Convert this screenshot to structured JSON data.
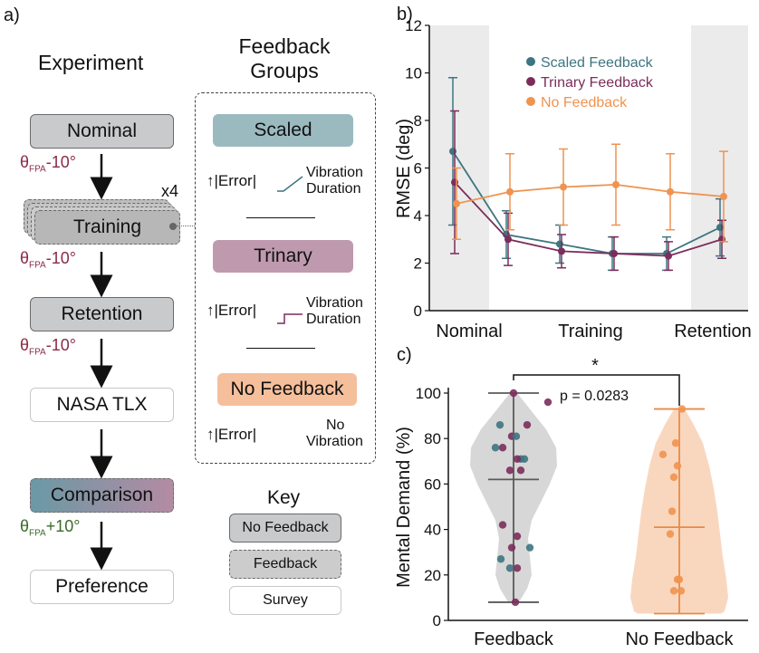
{
  "panel_a": {
    "label": "a)",
    "experiment_title": "Experiment",
    "feedback_groups_title": [
      "Feedback",
      "Groups"
    ],
    "steps": {
      "nominal": "Nominal",
      "training": "Training",
      "training_reps": "x4",
      "retention": "Retention",
      "nasa": "NASA TLX",
      "comparison": "Comparison",
      "preference": "Preference"
    },
    "theta": {
      "symbol": "θ",
      "sub": "FPA",
      "minus": "-10°",
      "plus": "+10°"
    },
    "groups": {
      "scaled": "Scaled",
      "trinary": "Trinary",
      "no_feedback": "No Feedback",
      "error_text": "↑|Error|",
      "vibration": "Vibration",
      "duration": "Duration",
      "no": "No",
      "colors": {
        "scaled": "#9bbac0",
        "trinary": "#bf9aaf",
        "no_feedback": "#f5bf9c"
      }
    },
    "key": {
      "title": "Key",
      "items": [
        "No Feedback",
        "Feedback",
        "Survey"
      ]
    }
  },
  "chart_data": [
    {
      "panel": "b)",
      "type": "line",
      "ylabel": "RMSE (deg)",
      "ylim": [
        0,
        12
      ],
      "yticks": [
        0,
        2,
        4,
        6,
        8,
        10,
        12
      ],
      "x_tick_labels": [
        "Nominal",
        "Training",
        "Retention"
      ],
      "x": [
        1,
        2,
        3,
        4,
        5,
        6
      ],
      "shaded_regions": [
        "Nominal",
        "Retention"
      ],
      "legend_position": "top-center",
      "series": [
        {
          "name": "Scaled Feedback",
          "color": "#3d7581",
          "values": [
            6.7,
            3.2,
            2.8,
            2.4,
            2.4,
            3.5
          ],
          "err": [
            3.1,
            1.0,
            0.8,
            0.7,
            0.7,
            1.2
          ]
        },
        {
          "name": "Trinary Feedback",
          "color": "#7b2d5b",
          "values": [
            5.4,
            3.0,
            2.5,
            2.4,
            2.3,
            3.0
          ],
          "err": [
            3.0,
            1.1,
            0.7,
            0.7,
            0.6,
            0.8
          ]
        },
        {
          "name": "No Feedback",
          "color": "#ef9350",
          "values": [
            4.5,
            5.0,
            5.2,
            5.3,
            5.0,
            4.8
          ],
          "err": [
            1.5,
            1.6,
            1.6,
            1.7,
            1.6,
            1.9
          ]
        }
      ]
    },
    {
      "panel": "c)",
      "type": "violin",
      "ylabel": "Mental Demand (%)",
      "ylim": [
        0,
        100
      ],
      "yticks": [
        0,
        20,
        40,
        60,
        80,
        100
      ],
      "categories": [
        "Feedback",
        "No Feedback"
      ],
      "significance": {
        "star": "*",
        "text": "p = 0.0283"
      },
      "groups": [
        {
          "name": "Feedback",
          "fill": "#d3d3d3",
          "line_color": "#5a5a5a",
          "mean": 62,
          "min": 8,
          "max": 100,
          "points": [
            {
              "y": 100,
              "c": "t"
            },
            {
              "y": 96,
              "c": "t"
            },
            {
              "y": 86,
              "c": "s"
            },
            {
              "y": 86,
              "c": "t"
            },
            {
              "y": 81,
              "c": "t"
            },
            {
              "y": 81,
              "c": "s"
            },
            {
              "y": 76,
              "c": "s"
            },
            {
              "y": 76,
              "c": "t"
            },
            {
              "y": 71,
              "c": "s"
            },
            {
              "y": 71,
              "c": "s"
            },
            {
              "y": 71,
              "c": "t"
            },
            {
              "y": 66,
              "c": "t"
            },
            {
              "y": 66,
              "c": "t"
            },
            {
              "y": 42,
              "c": "t"
            },
            {
              "y": 37,
              "c": "t"
            },
            {
              "y": 32,
              "c": "s"
            },
            {
              "y": 32,
              "c": "t"
            },
            {
              "y": 27,
              "c": "s"
            },
            {
              "y": 23,
              "c": "s"
            },
            {
              "y": 23,
              "c": "t"
            },
            {
              "y": 8,
              "c": "t"
            }
          ]
        },
        {
          "name": "No Feedback",
          "fill": "#f8d3b8",
          "line_color": "#e98a45",
          "mean": 41,
          "min": 3,
          "max": 93,
          "points": [
            {
              "y": 93,
              "c": "o"
            },
            {
              "y": 78,
              "c": "o"
            },
            {
              "y": 73,
              "c": "o"
            },
            {
              "y": 68,
              "c": "o"
            },
            {
              "y": 63,
              "c": "o"
            },
            {
              "y": 48,
              "c": "o"
            },
            {
              "y": 38,
              "c": "o"
            },
            {
              "y": 18,
              "c": "o"
            },
            {
              "y": 18,
              "c": "o"
            },
            {
              "y": 13,
              "c": "o"
            },
            {
              "y": 13,
              "c": "o"
            }
          ]
        }
      ],
      "point_colors": {
        "s": "#3d7581",
        "t": "#7b2d5b",
        "o": "#ef9350"
      }
    }
  ]
}
